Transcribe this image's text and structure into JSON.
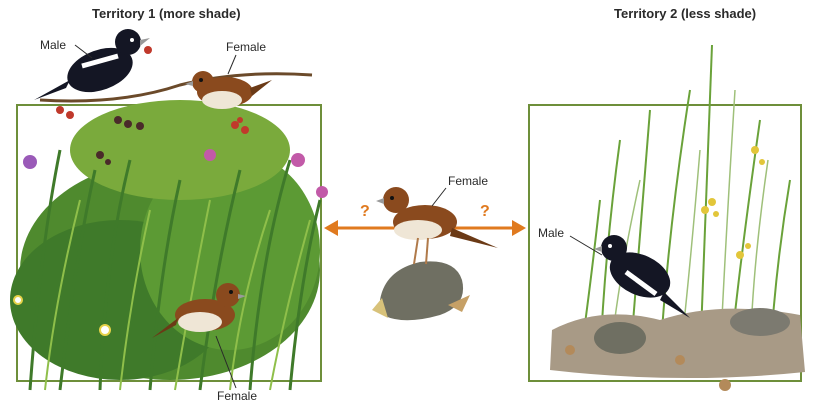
{
  "territory1": {
    "title": "Territory 1 (more shade)",
    "male_label": "Male",
    "female_top_label": "Female",
    "female_bottom_label": "Female"
  },
  "territory2": {
    "title": "Territory 2 (less shade)",
    "male_label": "Male"
  },
  "center": {
    "female_label": "Female",
    "left_question": "?",
    "right_question": "?"
  },
  "colors": {
    "frame": "#6e8f3a",
    "arrow": "#e07a1f",
    "grass_dark": "#3f7a2a",
    "grass_light": "#8fbf4a",
    "male_bird": "#141624",
    "female_bird": "#8a4a1e"
  }
}
